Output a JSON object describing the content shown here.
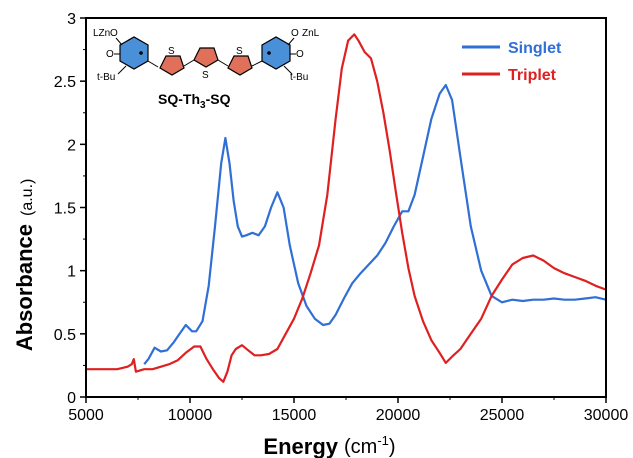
{
  "chart_data": {
    "type": "line",
    "title": "",
    "xlabel": "Energy",
    "xlabel_unit": "(cm",
    "xlabel_unit_sup": "-1",
    "xlabel_unit_close": ")",
    "ylabel": "Absorbance",
    "ylabel_unit": "(a.u.)",
    "xlim": [
      5000,
      30000
    ],
    "ylim": [
      0,
      3
    ],
    "xticks": [
      "5000",
      "10000",
      "15000",
      "20000",
      "25000",
      "30000"
    ],
    "yticks": [
      "0",
      "0.5",
      "1",
      "1.5",
      "2",
      "2.5",
      "3"
    ],
    "grid": false,
    "legend_position": "top-right",
    "series": [
      {
        "name": "Singlet",
        "color": "#2f6fd6",
        "x": [
          7800,
          8000,
          8300,
          8600,
          8900,
          9200,
          9500,
          9800,
          10100,
          10300,
          10600,
          10900,
          11200,
          11500,
          11700,
          11900,
          12100,
          12300,
          12500,
          12700,
          13000,
          13300,
          13600,
          13900,
          14200,
          14500,
          14800,
          15200,
          15600,
          16000,
          16400,
          16700,
          17000,
          17400,
          17800,
          18200,
          18600,
          19000,
          19400,
          19800,
          20200,
          20500,
          20800,
          21200,
          21600,
          22000,
          22300,
          22600,
          23000,
          23500,
          24000,
          24500,
          25000,
          25500,
          26000,
          26500,
          27000,
          27500,
          28000,
          28500,
          29000,
          29500,
          30000
        ],
        "values": [
          0.26,
          0.3,
          0.39,
          0.36,
          0.37,
          0.43,
          0.5,
          0.57,
          0.52,
          0.52,
          0.6,
          0.88,
          1.35,
          1.85,
          2.05,
          1.85,
          1.55,
          1.35,
          1.27,
          1.28,
          1.3,
          1.28,
          1.35,
          1.5,
          1.62,
          1.5,
          1.2,
          0.9,
          0.72,
          0.62,
          0.57,
          0.58,
          0.65,
          0.78,
          0.9,
          0.98,
          1.05,
          1.12,
          1.22,
          1.35,
          1.47,
          1.47,
          1.6,
          1.9,
          2.2,
          2.4,
          2.47,
          2.35,
          1.9,
          1.35,
          1.0,
          0.8,
          0.75,
          0.77,
          0.76,
          0.77,
          0.77,
          0.78,
          0.77,
          0.77,
          0.78,
          0.79,
          0.77
        ]
      },
      {
        "name": "Triplet",
        "color": "#e02020",
        "x": [
          5000,
          5500,
          6000,
          6500,
          7000,
          7200,
          7300,
          7400,
          7800,
          8200,
          8600,
          9000,
          9400,
          9800,
          10200,
          10500,
          10800,
          11100,
          11400,
          11600,
          11800,
          12000,
          12200,
          12500,
          12800,
          13100,
          13400,
          13800,
          14200,
          14600,
          15000,
          15400,
          15800,
          16200,
          16600,
          17000,
          17300,
          17600,
          17900,
          18100,
          18400,
          18700,
          19000,
          19300,
          19600,
          19900,
          20200,
          20500,
          20800,
          21200,
          21600,
          22000,
          22300,
          22600,
          23000,
          23500,
          24000,
          24500,
          25000,
          25500,
          26000,
          26500,
          27000,
          27500,
          28000,
          28500,
          29000,
          29500,
          30000
        ],
        "values": [
          0.22,
          0.22,
          0.22,
          0.22,
          0.24,
          0.26,
          0.3,
          0.2,
          0.22,
          0.22,
          0.24,
          0.26,
          0.29,
          0.35,
          0.4,
          0.4,
          0.3,
          0.22,
          0.15,
          0.12,
          0.2,
          0.33,
          0.38,
          0.41,
          0.37,
          0.33,
          0.33,
          0.34,
          0.38,
          0.5,
          0.62,
          0.78,
          0.98,
          1.2,
          1.6,
          2.2,
          2.6,
          2.82,
          2.87,
          2.82,
          2.73,
          2.68,
          2.5,
          2.25,
          1.95,
          1.62,
          1.3,
          1.02,
          0.8,
          0.6,
          0.45,
          0.35,
          0.27,
          0.32,
          0.38,
          0.5,
          0.62,
          0.8,
          0.93,
          1.05,
          1.1,
          1.12,
          1.08,
          1.02,
          0.98,
          0.95,
          0.92,
          0.88,
          0.85
        ]
      }
    ],
    "inset": {
      "molecule_name": "SQ-Th",
      "molecule_sub": "3",
      "molecule_suffix": "-SQ",
      "left_label_top": "LZn",
      "left_label_o1": "O",
      "left_label_o2": "O",
      "left_label_bu": "t-Bu",
      "right_label_top": "ZnL",
      "right_label_o1": "O",
      "right_label_o2": "O",
      "right_label_bu": "t-Bu",
      "sulfur_label": "S",
      "ring_blue": "#4a90d9",
      "ring_red": "#e0705a"
    }
  }
}
